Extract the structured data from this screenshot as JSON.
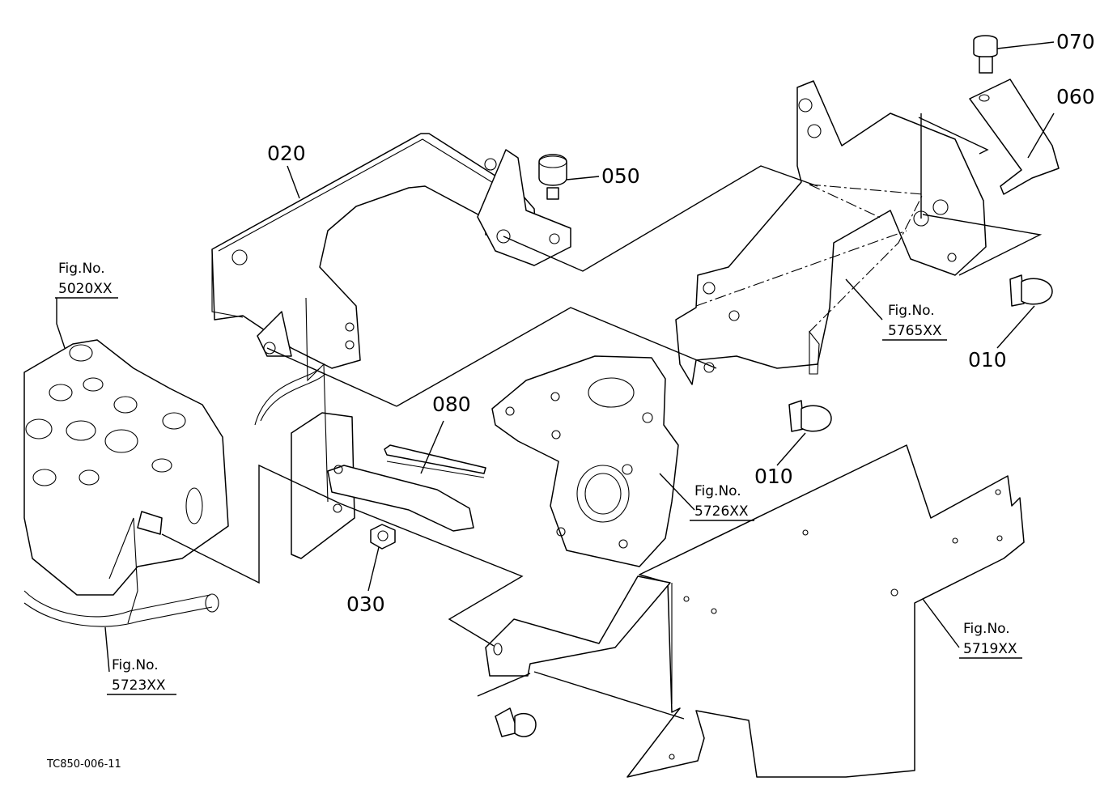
{
  "diagram": {
    "callouts": {
      "p010_a": "010",
      "p010_b": "010",
      "p020": "020",
      "p030": "030",
      "p050": "050",
      "p060": "060",
      "p070": "070",
      "p080": "080"
    },
    "figure_refs": {
      "f5020": {
        "label": "Fig.No.",
        "number": "5020XX"
      },
      "f5765": {
        "label": "Fig.No.",
        "number": "5765XX"
      },
      "f5726": {
        "label": "Fig.No.",
        "number": "5726XX"
      },
      "f5723": {
        "label": "Fig.No.",
        "number": "5723XX"
      },
      "f5719": {
        "label": "Fig.No.",
        "number": "5719XX"
      }
    },
    "drawing_code": "TC850-006-11"
  }
}
